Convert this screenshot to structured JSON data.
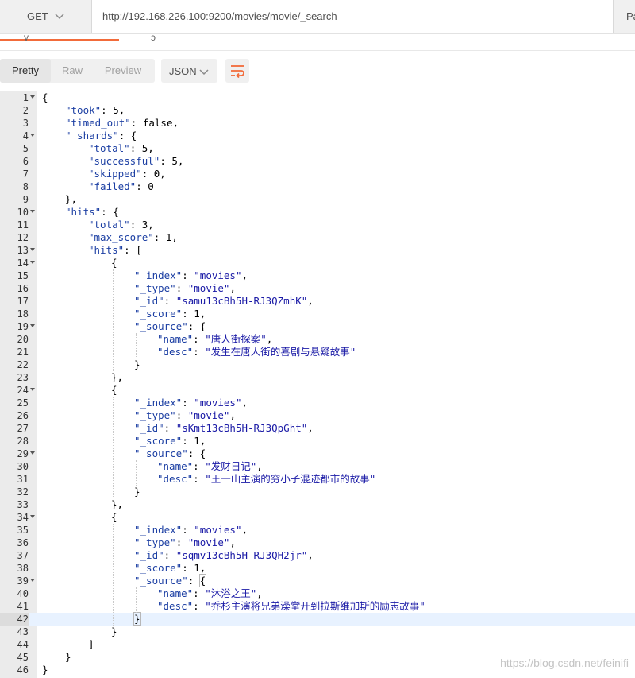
{
  "request": {
    "method": "GET",
    "url": "http://192.168.226.100:9200/movies/movie/_search",
    "params_label": "Pa"
  },
  "tabs": {
    "fragment_a": "y",
    "fragment_b": "ɔ"
  },
  "toolbar": {
    "views": [
      "Pretty",
      "Raw",
      "Preview"
    ],
    "active_view": "Pretty",
    "format": "JSON",
    "wrap_icon": "wrap-lines-icon"
  },
  "editor": {
    "active_line": 42,
    "lines": [
      {
        "n": "1",
        "indent": 0,
        "fold": true,
        "tokens": [
          [
            "p",
            "{"
          ]
        ]
      },
      {
        "n": "2",
        "indent": 1,
        "fold": false,
        "tokens": [
          [
            "k",
            "\"took\""
          ],
          [
            "p",
            ": 5,"
          ]
        ]
      },
      {
        "n": "3",
        "indent": 1,
        "fold": false,
        "tokens": [
          [
            "k",
            "\"timed_out\""
          ],
          [
            "p",
            ": false,"
          ]
        ]
      },
      {
        "n": "4",
        "indent": 1,
        "fold": true,
        "tokens": [
          [
            "k",
            "\"_shards\""
          ],
          [
            "p",
            ": {"
          ]
        ]
      },
      {
        "n": "5",
        "indent": 2,
        "fold": false,
        "tokens": [
          [
            "k",
            "\"total\""
          ],
          [
            "p",
            ": 5,"
          ]
        ]
      },
      {
        "n": "6",
        "indent": 2,
        "fold": false,
        "tokens": [
          [
            "k",
            "\"successful\""
          ],
          [
            "p",
            ": 5,"
          ]
        ]
      },
      {
        "n": "7",
        "indent": 2,
        "fold": false,
        "tokens": [
          [
            "k",
            "\"skipped\""
          ],
          [
            "p",
            ": 0,"
          ]
        ]
      },
      {
        "n": "8",
        "indent": 2,
        "fold": false,
        "tokens": [
          [
            "k",
            "\"failed\""
          ],
          [
            "p",
            ": 0"
          ]
        ]
      },
      {
        "n": "9",
        "indent": 1,
        "fold": false,
        "tokens": [
          [
            "p",
            "},"
          ]
        ]
      },
      {
        "n": "10",
        "indent": 1,
        "fold": true,
        "tokens": [
          [
            "k",
            "\"hits\""
          ],
          [
            "p",
            ": {"
          ]
        ]
      },
      {
        "n": "11",
        "indent": 2,
        "fold": false,
        "tokens": [
          [
            "k",
            "\"total\""
          ],
          [
            "p",
            ": 3,"
          ]
        ]
      },
      {
        "n": "12",
        "indent": 2,
        "fold": false,
        "tokens": [
          [
            "k",
            "\"max_score\""
          ],
          [
            "p",
            ": 1,"
          ]
        ]
      },
      {
        "n": "13",
        "indent": 2,
        "fold": true,
        "tokens": [
          [
            "k",
            "\"hits\""
          ],
          [
            "p",
            ": ["
          ]
        ]
      },
      {
        "n": "14",
        "indent": 3,
        "fold": true,
        "tokens": [
          [
            "p",
            "{"
          ]
        ]
      },
      {
        "n": "15",
        "indent": 4,
        "fold": false,
        "tokens": [
          [
            "k",
            "\"_index\""
          ],
          [
            "p",
            ": "
          ],
          [
            "s",
            "\"movies\""
          ],
          [
            "p",
            ","
          ]
        ]
      },
      {
        "n": "16",
        "indent": 4,
        "fold": false,
        "tokens": [
          [
            "k",
            "\"_type\""
          ],
          [
            "p",
            ": "
          ],
          [
            "s",
            "\"movie\""
          ],
          [
            "p",
            ","
          ]
        ]
      },
      {
        "n": "17",
        "indent": 4,
        "fold": false,
        "tokens": [
          [
            "k",
            "\"_id\""
          ],
          [
            "p",
            ": "
          ],
          [
            "s",
            "\"samu13cBh5H-RJ3QZmhK\""
          ],
          [
            "p",
            ","
          ]
        ]
      },
      {
        "n": "18",
        "indent": 4,
        "fold": false,
        "tokens": [
          [
            "k",
            "\"_score\""
          ],
          [
            "p",
            ": 1,"
          ]
        ]
      },
      {
        "n": "19",
        "indent": 4,
        "fold": true,
        "tokens": [
          [
            "k",
            "\"_source\""
          ],
          [
            "p",
            ": {"
          ]
        ]
      },
      {
        "n": "20",
        "indent": 5,
        "fold": false,
        "tokens": [
          [
            "k",
            "\"name\""
          ],
          [
            "p",
            ": "
          ],
          [
            "s",
            "\"唐人街探案\""
          ],
          [
            "p",
            ","
          ]
        ]
      },
      {
        "n": "21",
        "indent": 5,
        "fold": false,
        "tokens": [
          [
            "k",
            "\"desc\""
          ],
          [
            "p",
            ": "
          ],
          [
            "s",
            "\"发生在唐人街的喜剧与悬疑故事\""
          ]
        ]
      },
      {
        "n": "22",
        "indent": 4,
        "fold": false,
        "tokens": [
          [
            "p",
            "}"
          ]
        ]
      },
      {
        "n": "23",
        "indent": 3,
        "fold": false,
        "tokens": [
          [
            "p",
            "},"
          ]
        ]
      },
      {
        "n": "24",
        "indent": 3,
        "fold": true,
        "tokens": [
          [
            "p",
            "{"
          ]
        ]
      },
      {
        "n": "25",
        "indent": 4,
        "fold": false,
        "tokens": [
          [
            "k",
            "\"_index\""
          ],
          [
            "p",
            ": "
          ],
          [
            "s",
            "\"movies\""
          ],
          [
            "p",
            ","
          ]
        ]
      },
      {
        "n": "26",
        "indent": 4,
        "fold": false,
        "tokens": [
          [
            "k",
            "\"_type\""
          ],
          [
            "p",
            ": "
          ],
          [
            "s",
            "\"movie\""
          ],
          [
            "p",
            ","
          ]
        ]
      },
      {
        "n": "27",
        "indent": 4,
        "fold": false,
        "tokens": [
          [
            "k",
            "\"_id\""
          ],
          [
            "p",
            ": "
          ],
          [
            "s",
            "\"sKmt13cBh5H-RJ3QpGht\""
          ],
          [
            "p",
            ","
          ]
        ]
      },
      {
        "n": "28",
        "indent": 4,
        "fold": false,
        "tokens": [
          [
            "k",
            "\"_score\""
          ],
          [
            "p",
            ": 1,"
          ]
        ]
      },
      {
        "n": "29",
        "indent": 4,
        "fold": true,
        "tokens": [
          [
            "k",
            "\"_source\""
          ],
          [
            "p",
            ": {"
          ]
        ]
      },
      {
        "n": "30",
        "indent": 5,
        "fold": false,
        "tokens": [
          [
            "k",
            "\"name\""
          ],
          [
            "p",
            ": "
          ],
          [
            "s",
            "\"发财日记\""
          ],
          [
            "p",
            ","
          ]
        ]
      },
      {
        "n": "31",
        "indent": 5,
        "fold": false,
        "tokens": [
          [
            "k",
            "\"desc\""
          ],
          [
            "p",
            ": "
          ],
          [
            "s",
            "\"王一山主演的穷小子混迹都市的故事\""
          ]
        ]
      },
      {
        "n": "32",
        "indent": 4,
        "fold": false,
        "tokens": [
          [
            "p",
            "}"
          ]
        ]
      },
      {
        "n": "33",
        "indent": 3,
        "fold": false,
        "tokens": [
          [
            "p",
            "},"
          ]
        ]
      },
      {
        "n": "34",
        "indent": 3,
        "fold": true,
        "tokens": [
          [
            "p",
            "{"
          ]
        ]
      },
      {
        "n": "35",
        "indent": 4,
        "fold": false,
        "tokens": [
          [
            "k",
            "\"_index\""
          ],
          [
            "p",
            ": "
          ],
          [
            "s",
            "\"movies\""
          ],
          [
            "p",
            ","
          ]
        ]
      },
      {
        "n": "36",
        "indent": 4,
        "fold": false,
        "tokens": [
          [
            "k",
            "\"_type\""
          ],
          [
            "p",
            ": "
          ],
          [
            "s",
            "\"movie\""
          ],
          [
            "p",
            ","
          ]
        ]
      },
      {
        "n": "37",
        "indent": 4,
        "fold": false,
        "tokens": [
          [
            "k",
            "\"_id\""
          ],
          [
            "p",
            ": "
          ],
          [
            "s",
            "\"sqmv13cBh5H-RJ3QH2jr\""
          ],
          [
            "p",
            ","
          ]
        ]
      },
      {
        "n": "38",
        "indent": 4,
        "fold": false,
        "tokens": [
          [
            "k",
            "\"_score\""
          ],
          [
            "p",
            ": 1,"
          ]
        ]
      },
      {
        "n": "39",
        "indent": 4,
        "fold": true,
        "tokens": [
          [
            "k",
            "\"_source\""
          ],
          [
            "p",
            ": "
          ],
          [
            "c",
            "{"
          ]
        ]
      },
      {
        "n": "40",
        "indent": 5,
        "fold": false,
        "tokens": [
          [
            "k",
            "\"name\""
          ],
          [
            "p",
            ": "
          ],
          [
            "s",
            "\"沐浴之王\""
          ],
          [
            "p",
            ","
          ]
        ]
      },
      {
        "n": "41",
        "indent": 5,
        "fold": false,
        "tokens": [
          [
            "k",
            "\"desc\""
          ],
          [
            "p",
            ": "
          ],
          [
            "s",
            "\"乔杉主演将兄弟澡堂开到拉斯维加斯的励志故事\""
          ]
        ]
      },
      {
        "n": "42",
        "indent": 4,
        "fold": false,
        "tokens": [
          [
            "c",
            "}"
          ]
        ]
      },
      {
        "n": "43",
        "indent": 3,
        "fold": false,
        "tokens": [
          [
            "p",
            "}"
          ]
        ]
      },
      {
        "n": "44",
        "indent": 2,
        "fold": false,
        "tokens": [
          [
            "p",
            "]"
          ]
        ]
      },
      {
        "n": "45",
        "indent": 1,
        "fold": false,
        "tokens": [
          [
            "p",
            "}"
          ]
        ]
      },
      {
        "n": "46",
        "indent": 0,
        "fold": false,
        "tokens": [
          [
            "p",
            "}"
          ]
        ]
      }
    ]
  },
  "watermark": "https://blog.csdn.net/feinifi"
}
